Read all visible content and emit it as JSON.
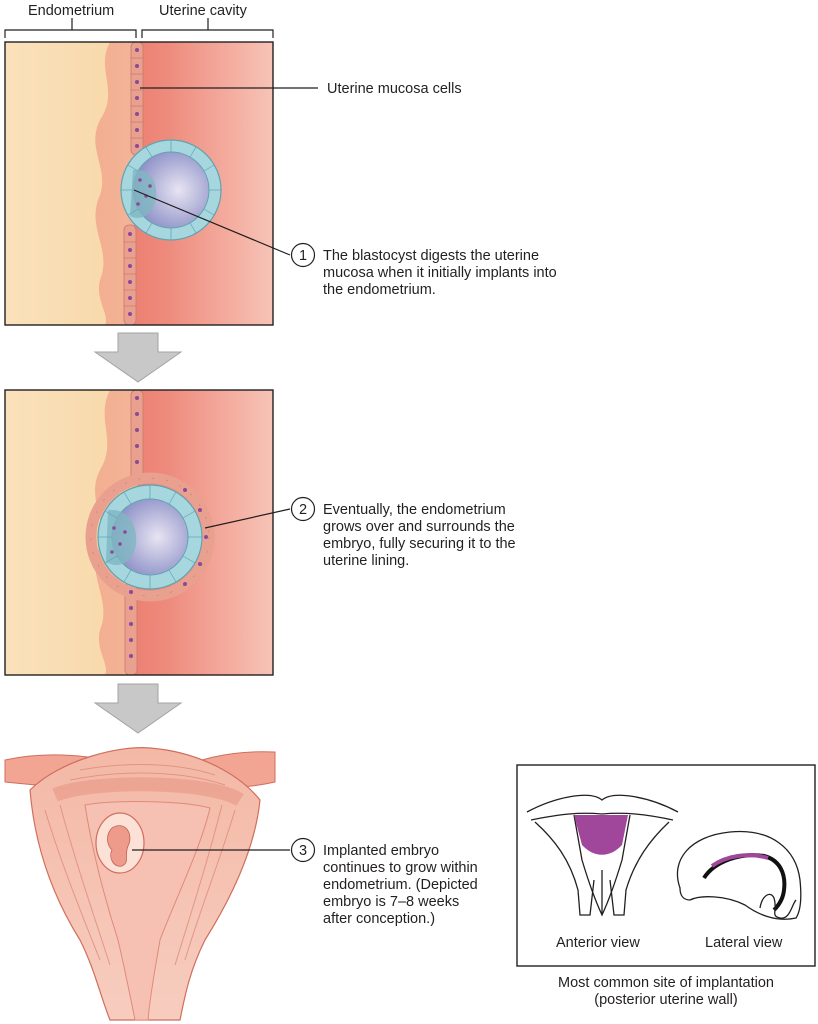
{
  "labels": {
    "endometrium": "Endometrium",
    "uterine_cavity": "Uterine cavity",
    "uterine_mucosa_cells": "Uterine mucosa cells"
  },
  "steps": [
    {
      "number": "1",
      "lines": [
        "The blastocyst digests the uterine",
        "mucosa when it initially implants into",
        "the endometrium."
      ]
    },
    {
      "number": "2",
      "lines": [
        "Eventually, the endometrium",
        "grows over and surrounds the",
        "embryo, fully securing it to the",
        "uterine lining."
      ]
    },
    {
      "number": "3",
      "lines": [
        "Implanted embryo",
        "continues to grow within",
        "endometrium. (Depicted",
        "embryo is 7–8 weeks",
        "after conception.)"
      ]
    }
  ],
  "inset": {
    "anterior_view": "Anterior view",
    "lateral_view": "Lateral view",
    "caption_lines": [
      "Most common site of implantation",
      "(posterior uterine wall)"
    ]
  },
  "colors": {
    "endometrium_tissue": "#f7d8a8",
    "uterine_cavity": "#e8685a",
    "mucosa_cell": "#e9a08f",
    "blastocyst_cell": "#a6d7df",
    "inner_mass": "#8f8fc7",
    "arrow": "#c8c8c8",
    "implantation_site": "#a0469b"
  }
}
